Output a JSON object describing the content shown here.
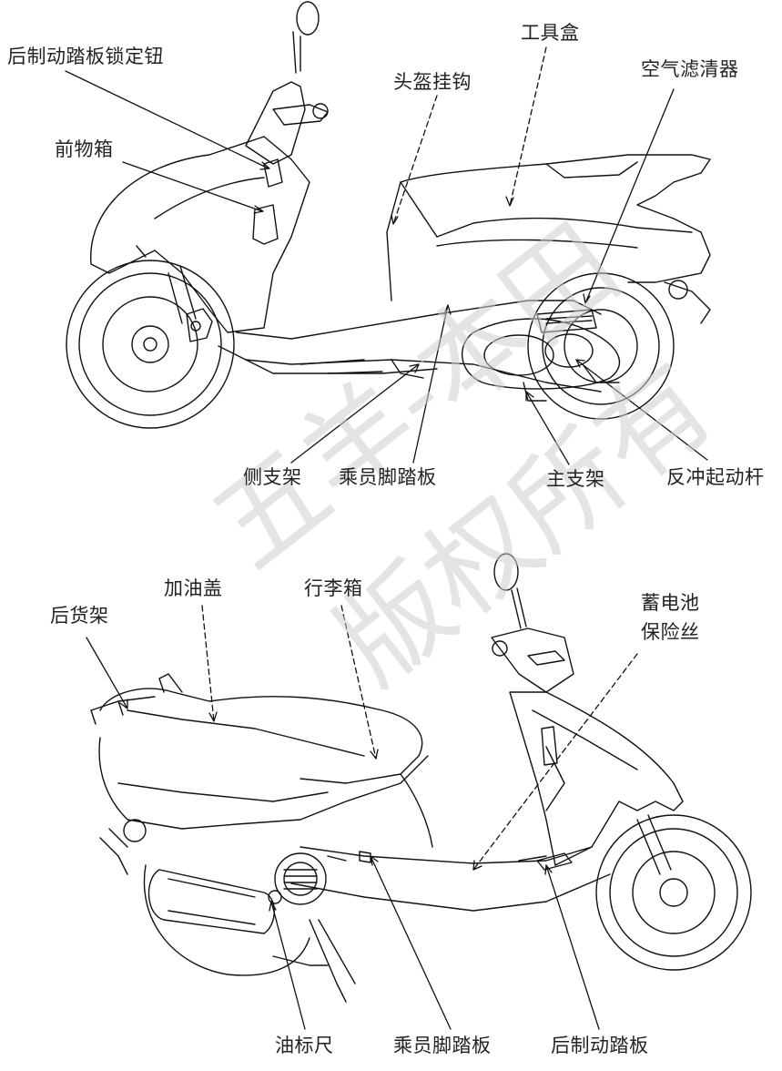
{
  "top_labels": {
    "rear_brake_lock": "后制动踏板锁定钮",
    "front_box": "前物箱",
    "helmet_hook": "头盔挂钩",
    "tool_box": "工具盒",
    "air_filter": "空气滤清器",
    "side_stand": "侧支架",
    "passenger_footrest": "乘员脚踏板",
    "main_stand": "主支架",
    "kick_starter": "反冲起动杆"
  },
  "bottom_labels": {
    "rear_rack": "后货架",
    "fuel_cap": "加油盖",
    "luggage_box": "行李箱",
    "battery": "蓄电池",
    "fuse": "保险丝",
    "dipstick": "油标尺",
    "passenger_footrest": "乘员脚踏板",
    "rear_brake_pedal": "后制动踏板"
  },
  "watermark": {
    "line1": "五羊-本田",
    "line2": "版权所有"
  }
}
